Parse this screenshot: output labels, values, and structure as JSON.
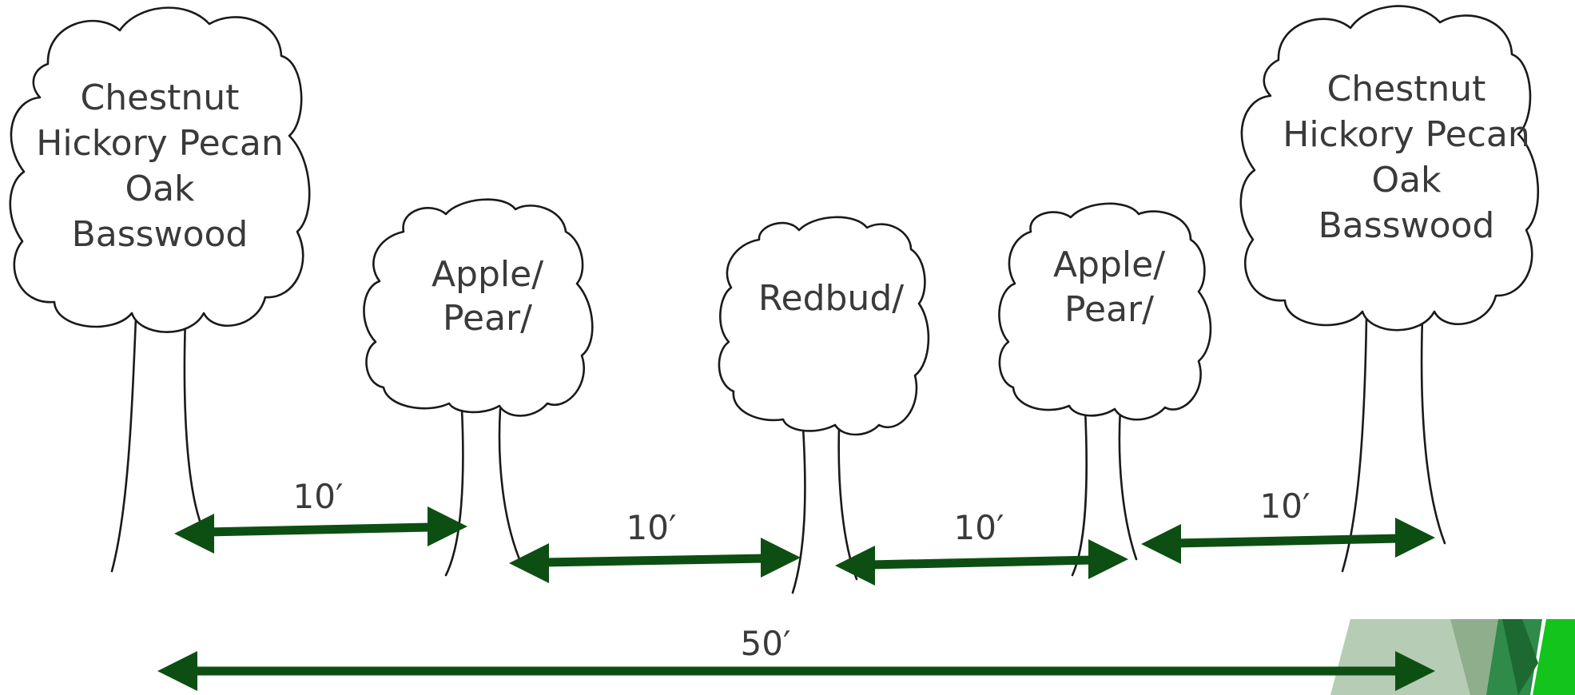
{
  "trees": [
    {
      "id": "large-left",
      "kind": "large",
      "lines": [
        "Chestnut",
        "Hickory Pecan",
        "Oak",
        "Basswood"
      ]
    },
    {
      "id": "small-left",
      "kind": "small",
      "lines": [
        "Apple/",
        "Pear/"
      ]
    },
    {
      "id": "small-center",
      "kind": "small",
      "lines": [
        "Redbud/"
      ]
    },
    {
      "id": "small-right",
      "kind": "small",
      "lines": [
        "Apple/",
        "Pear/"
      ]
    },
    {
      "id": "large-right",
      "kind": "large",
      "lines": [
        "Chestnut",
        "Hickory Pecan",
        "Oak",
        "Basswood"
      ]
    }
  ],
  "spacings": [
    "10′",
    "10′",
    "10′",
    "10′"
  ],
  "total_span": "50′",
  "colors": {
    "arrow": "#0d4f12",
    "outline": "#1a1a1a",
    "text": "#3a3a3a",
    "corner_accent": [
      "#b7ccb5",
      "#8fae8c",
      "#2e8b4a",
      "#1c6a32",
      "#12c41c"
    ]
  }
}
